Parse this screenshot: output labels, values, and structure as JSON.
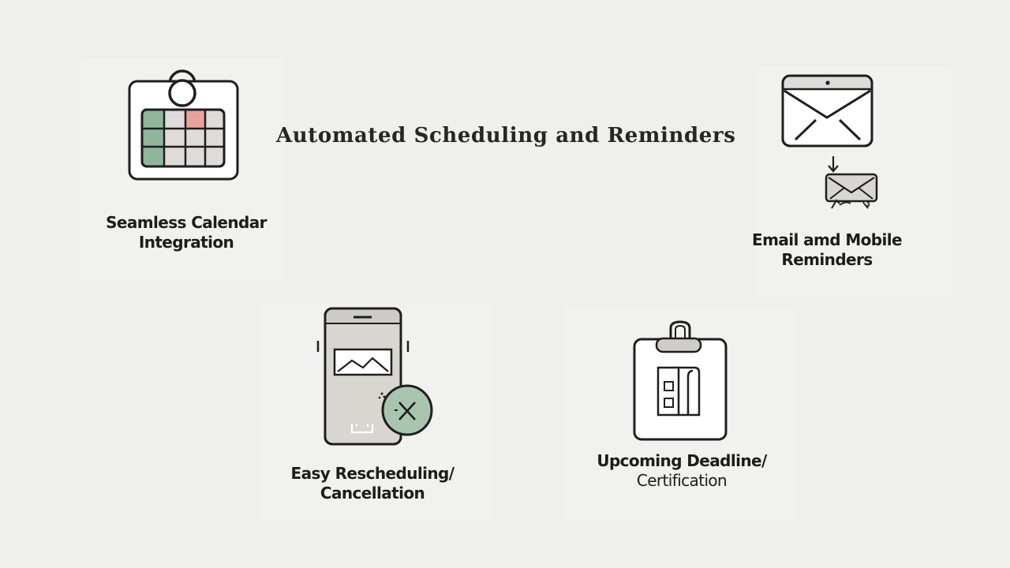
{
  "title": "Automated Scheduling and Reminders",
  "features": [
    {
      "line1": "Seamless Calendar",
      "line2": "Integration",
      "icon": "calendar-icon"
    },
    {
      "line1": "Email amd Mobile",
      "line2": "Reminders",
      "icon": "envelope-icon"
    },
    {
      "line1": "Easy Rescheduling/",
      "line2": "Cancellation",
      "icon": "phone-icon"
    },
    {
      "line1": "Upcoming Deadline/",
      "line2": "Certification",
      "icon": "clipboard-icon"
    }
  ],
  "colors": {
    "background": "#efefee",
    "outline": "#1e1e1e",
    "green": "#8fb59b",
    "green_light": "#a9c5b0",
    "red": "#e9a39a",
    "grey_cell": "#dedbd8",
    "grey_panel": "#d9d6d2"
  }
}
